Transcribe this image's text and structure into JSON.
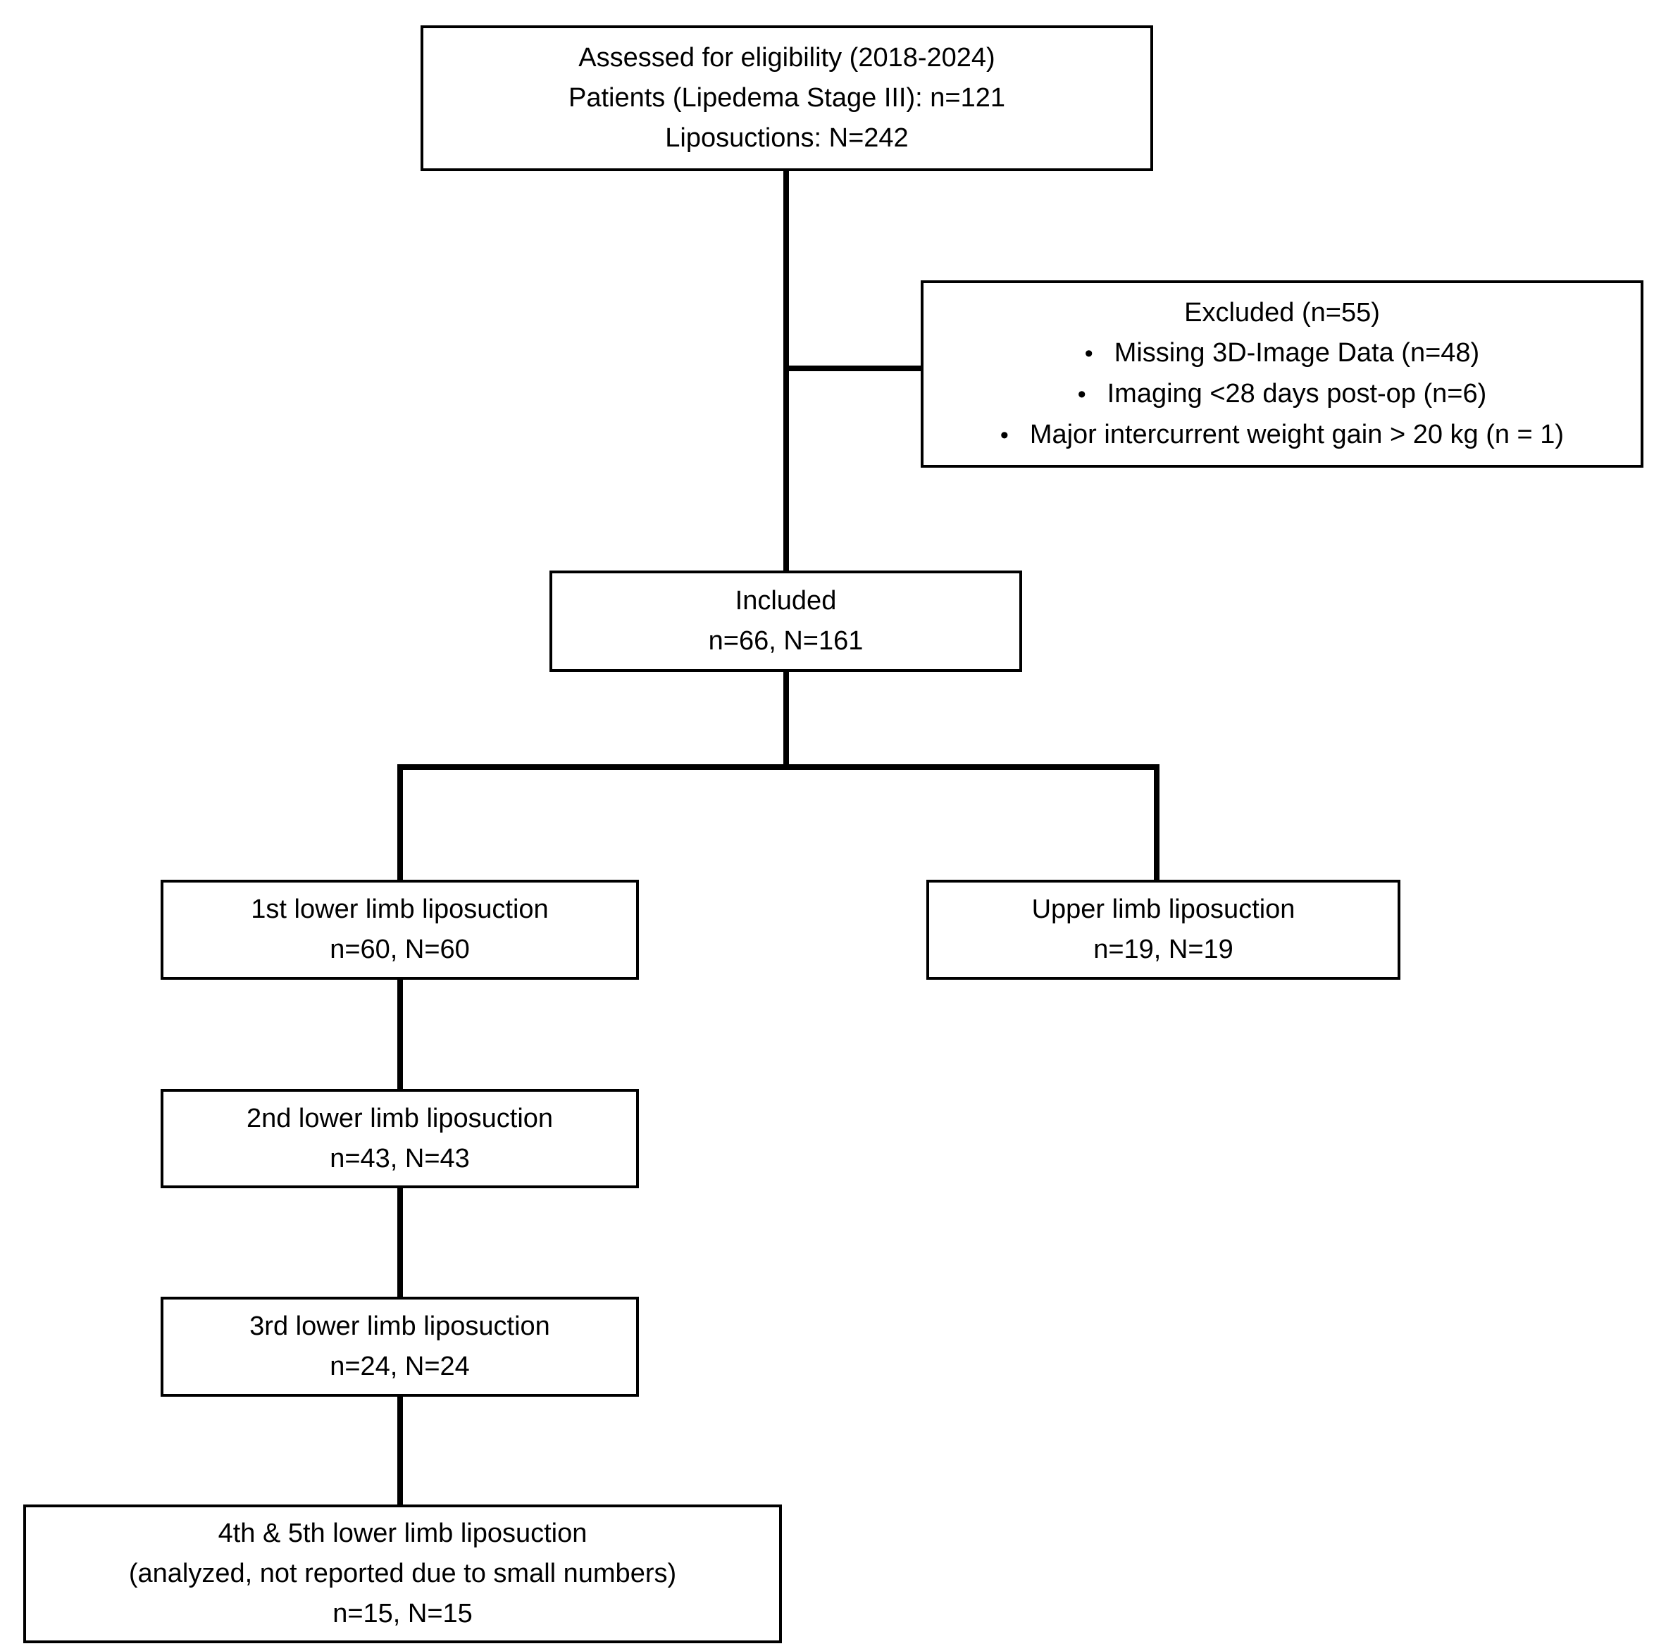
{
  "flowchart": {
    "background_color": "#ffffff",
    "line_color": "#000000",
    "bullet_char": "•",
    "boxes": {
      "assessed": {
        "lines": [
          "Assessed for eligibility (2018-2024)",
          "Patients (Lipedema Stage III): n=121",
          "Liposuctions: N=242"
        ]
      },
      "excluded": {
        "title": "Excluded (n=55)",
        "items": [
          "Missing 3D-Image Data (n=48)",
          "Imaging <28 days post-op (n=6)",
          "Major intercurrent weight gain > 20 kg (n = 1)"
        ]
      },
      "included": {
        "lines": [
          "Included",
          "n=66, N=161"
        ]
      },
      "first_lower": {
        "lines": [
          "1st lower limb liposuction",
          "n=60, N=60"
        ]
      },
      "upper": {
        "lines": [
          "Upper limb liposuction",
          "n=19, N=19"
        ]
      },
      "second_lower": {
        "lines": [
          "2nd lower limb liposuction",
          "n=43, N=43"
        ]
      },
      "third_lower": {
        "lines": [
          "3rd lower limb liposuction",
          "n=24, N=24"
        ]
      },
      "fourth_fifth_lower": {
        "lines": [
          "4th & 5th lower limb liposuction",
          "(analyzed, not reported due to small numbers)",
          "n=15, N=15"
        ]
      }
    }
  }
}
